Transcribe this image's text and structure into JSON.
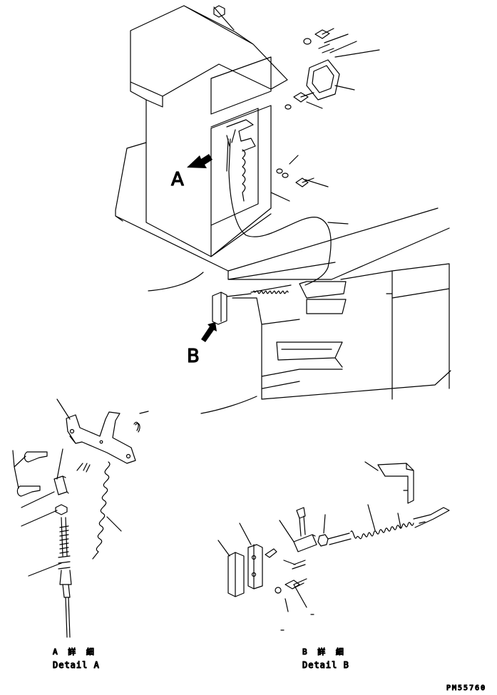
{
  "callouts": {
    "a": "A",
    "b": "B"
  },
  "detail_a": {
    "jp": "A 詳 細",
    "en": "Detail A"
  },
  "detail_b": {
    "jp": "B 詳 細",
    "en": "Detail B"
  },
  "drawing_number": "PM55760"
}
